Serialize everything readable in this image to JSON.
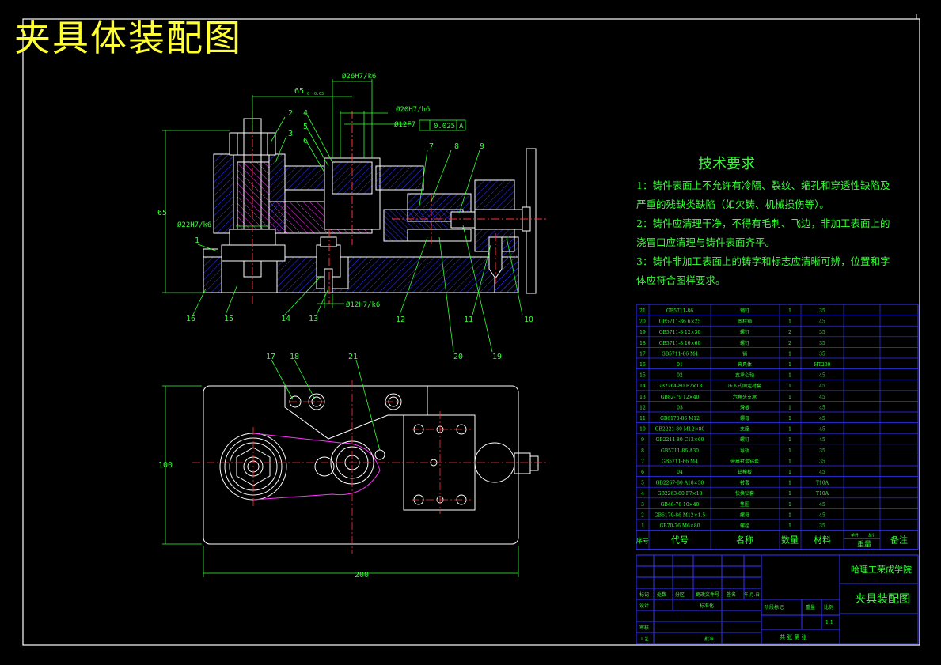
{
  "drawing_title": "夹具体装配图",
  "colors": {
    "background": "#000000",
    "title": "#ffff33",
    "frame": "#ffffff",
    "dim": "#33ff33",
    "hatch": "#3333ff",
    "part_hatch_alt": "#ff33ff",
    "table_line": "#3333ff",
    "centerline": "#ff3333"
  },
  "top_view": {
    "dims": {
      "d65a": "65",
      "d65a_tol": "0\n-0.03",
      "d26": "Ø26H7/k6",
      "d20": "Ø20H7/h6",
      "d12": "Ø12F7",
      "tol_box": "0.025",
      "tol_ref": "A",
      "h65": "65",
      "d22": "Ø22H7/k6",
      "d12b": "Ø12H7/k6"
    },
    "balloons": [
      "1",
      "2",
      "3",
      "4",
      "5",
      "6",
      "7",
      "8",
      "9",
      "10",
      "11",
      "12",
      "13",
      "14",
      "15",
      "16",
      "19",
      "20"
    ]
  },
  "bottom_view": {
    "dims": {
      "h100": "100",
      "w200": "200"
    },
    "balloons": [
      "17",
      "18",
      "21"
    ]
  },
  "requirements": {
    "title": "技术要求",
    "items": [
      "1：铸件表面上不允许有冷隔、裂纹、缩孔和穿透性缺陷及",
      "严重的残缺类缺陷（如欠铸、机械损伤等）。",
      "2：铸件应清理干净，不得有毛刺、飞边，非加工表面上的",
      "浇冒口应清理与铸件表面齐平。",
      "3：铸件非加工表面上的铸字和标志应清晰可辨，位置和字",
      "体应符合图样要求。"
    ]
  },
  "parts_table": {
    "header": {
      "seq": "序号",
      "code": "代号",
      "name": "名称",
      "qty": "数量",
      "material": "材料",
      "single": "单件",
      "total": "总计",
      "weight": "重量",
      "remark": "备注"
    },
    "rows": [
      [
        "21",
        "GB5711-86",
        "销钉",
        "1",
        "35"
      ],
      [
        "20",
        "GB5711-86 6×25",
        "圆柱销",
        "1",
        "45"
      ],
      [
        "19",
        "GB5711-8 12×30",
        "螺钉",
        "2",
        "35"
      ],
      [
        "18",
        "GB5711-8 10×60",
        "螺钉",
        "2",
        "35"
      ],
      [
        "17",
        "GB5711-86 M4",
        "销",
        "1",
        "35"
      ],
      [
        "16",
        "01",
        "夹具体",
        "1",
        "HT200"
      ],
      [
        "15",
        "02",
        "支承心轴",
        "1",
        "45"
      ],
      [
        "14",
        "GB2264-80 F7×18",
        "压入式固定衬套",
        "1",
        "45"
      ],
      [
        "13",
        "GB82-79 12×40",
        "六角头支承",
        "1",
        "45"
      ],
      [
        "12",
        "03",
        "滑板",
        "1",
        "45"
      ],
      [
        "11",
        "GB6170-86 M12",
        "螺母",
        "1",
        "45"
      ],
      [
        "10",
        "GB2221-80 M12×80",
        "支座",
        "1",
        "45"
      ],
      [
        "9",
        "GB2214-80 C12×60",
        "螺钉",
        "1",
        "45"
      ],
      [
        "8",
        "GB5711-86 A30",
        "导轨",
        "1",
        "35"
      ],
      [
        "7",
        "GB5711-86 M4",
        "带肩衬套钻套",
        "1",
        "35"
      ],
      [
        "6",
        "04",
        "钻模板",
        "1",
        "45"
      ],
      [
        "5",
        "GB2267-80 A18×30",
        "衬套",
        "1",
        "T10A"
      ],
      [
        "4",
        "GB2263-80 F7×18",
        "快换钻套",
        "1",
        "T10A"
      ],
      [
        "3",
        "GB46-76 10×40",
        "垫圈",
        "1",
        "45"
      ],
      [
        "2",
        "GB6170-86 M12×1.5",
        "螺母",
        "1",
        "45"
      ],
      [
        "1",
        "GB70-76 M6×80",
        "螺栓",
        "1",
        "35"
      ]
    ]
  },
  "title_block": {
    "school": "哈理工荣成学院",
    "drawing_name": "夹具装配图",
    "labels": [
      "标记",
      "处数",
      "分区",
      "更改文件号",
      "签名",
      "年.月.日",
      "设计",
      "审核",
      "工艺",
      "标准化",
      "批准",
      "阶段标记",
      "重量",
      "比例",
      "共  张  第  张"
    ],
    "scale": "1:1"
  }
}
